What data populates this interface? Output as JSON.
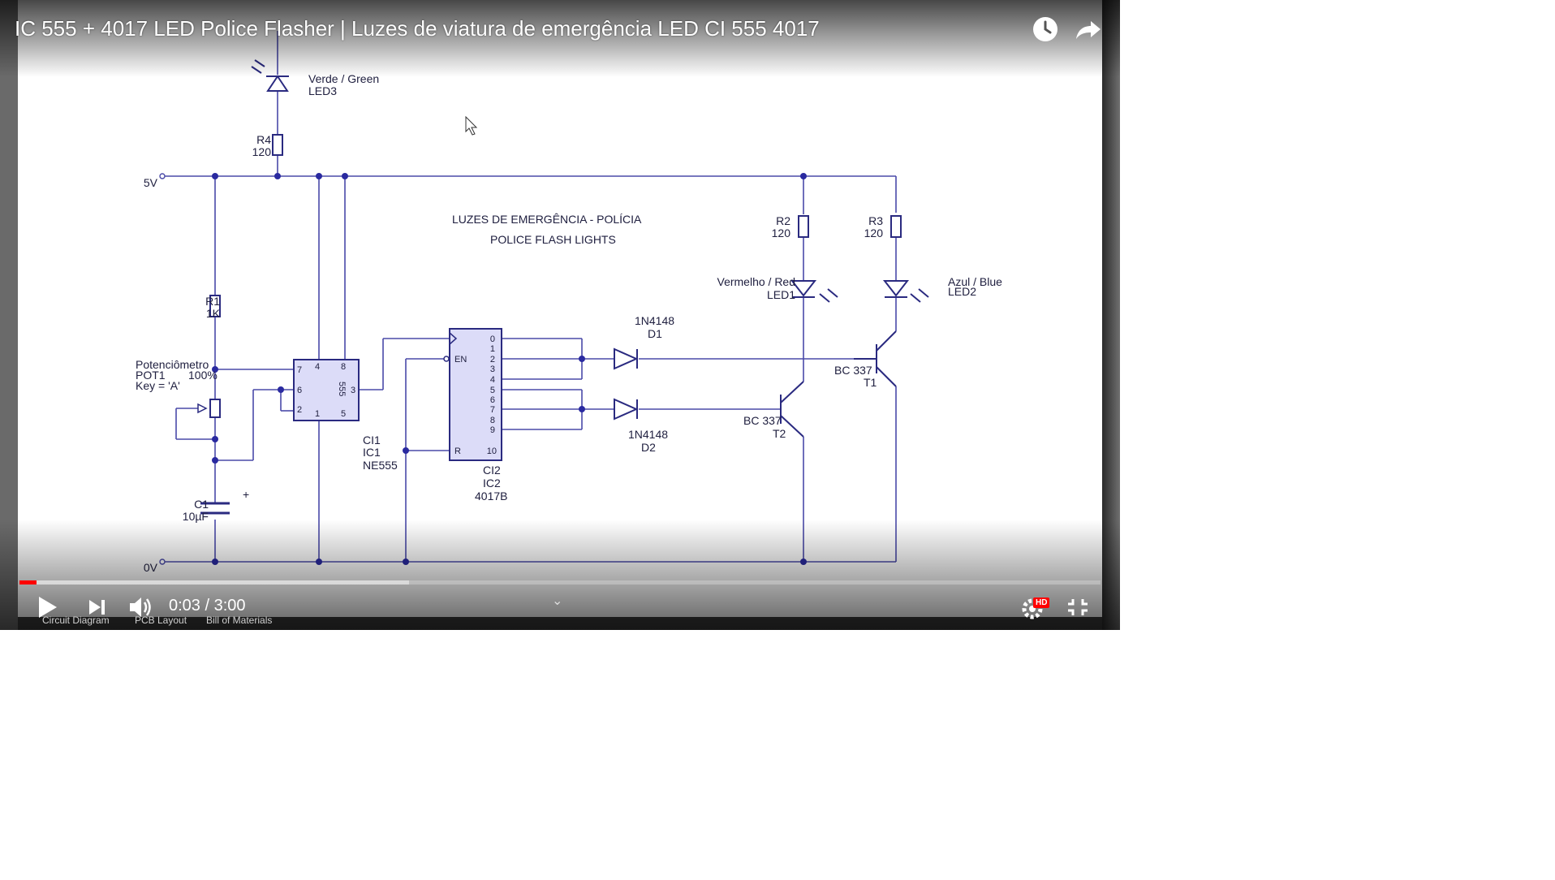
{
  "video": {
    "title": "IC 555 + 4017 LED Police Flasher | Luzes de viatura de emergência LED CI 555 4017",
    "time_current": "0:03",
    "time_separator": "/",
    "time_total": "3:00",
    "progress_played": 0.016,
    "progress_loaded": 0.36,
    "hd_badge": "HD"
  },
  "tabs": [
    "Circuit Diagram",
    "PCB Layout",
    "Bill of Materials"
  ],
  "schematic": {
    "title_pt": "LUZES DE EMERGÊNCIA - POLÍCIA",
    "title_en": "POLICE FLASH LIGHTS",
    "rail_5v": "5V",
    "rail_0v": "0V",
    "led3_color": "Verde / Green",
    "led3_name": "LED3",
    "r4_name": "R4",
    "r4_value": "120",
    "r1_name": "R1",
    "r1_value": "1K",
    "pot_label": "Potenciômetro",
    "pot_name": "POT1",
    "pot_pct": "100%",
    "pot_key": "Key = 'A'",
    "c1_name": "C1",
    "c1_value": "10µF",
    "c1_plus": "+",
    "ic1_chip": "555",
    "ic1_pins": [
      "7",
      "4",
      "8",
      "6",
      "3",
      "2",
      "1",
      "5"
    ],
    "ic1_ci": "CI1",
    "ic1_name": "IC1",
    "ic1_part": "NE555",
    "ic2_en": "EN",
    "ic2_r": "R",
    "ic2_outputs": [
      "0",
      "1",
      "2",
      "3",
      "4",
      "5",
      "6",
      "7",
      "8",
      "9",
      "10"
    ],
    "ic2_ci": "CI2",
    "ic2_name": "IC2",
    "ic2_part": "4017B",
    "d1_part": "1N4148",
    "d1_name": "D1",
    "d2_part": "1N4148",
    "d2_name": "D2",
    "r2_name": "R2",
    "r2_value": "120",
    "r3_name": "R3",
    "r3_value": "120",
    "led1_color": "Vermelho / Red",
    "led1_name": "LED1",
    "led2_color": "Azul / Blue",
    "led2_name": "LED2",
    "t1_part": "BC 337",
    "t1_name": "T1",
    "t2_part": "BC 337",
    "t2_name": "T2"
  },
  "colors": {
    "wire": "#4a4aa8",
    "node": "#2a2aa0",
    "component": "#2a2a80",
    "ic_fill": "#dcdcf8",
    "progress_red": "#ff0000"
  }
}
